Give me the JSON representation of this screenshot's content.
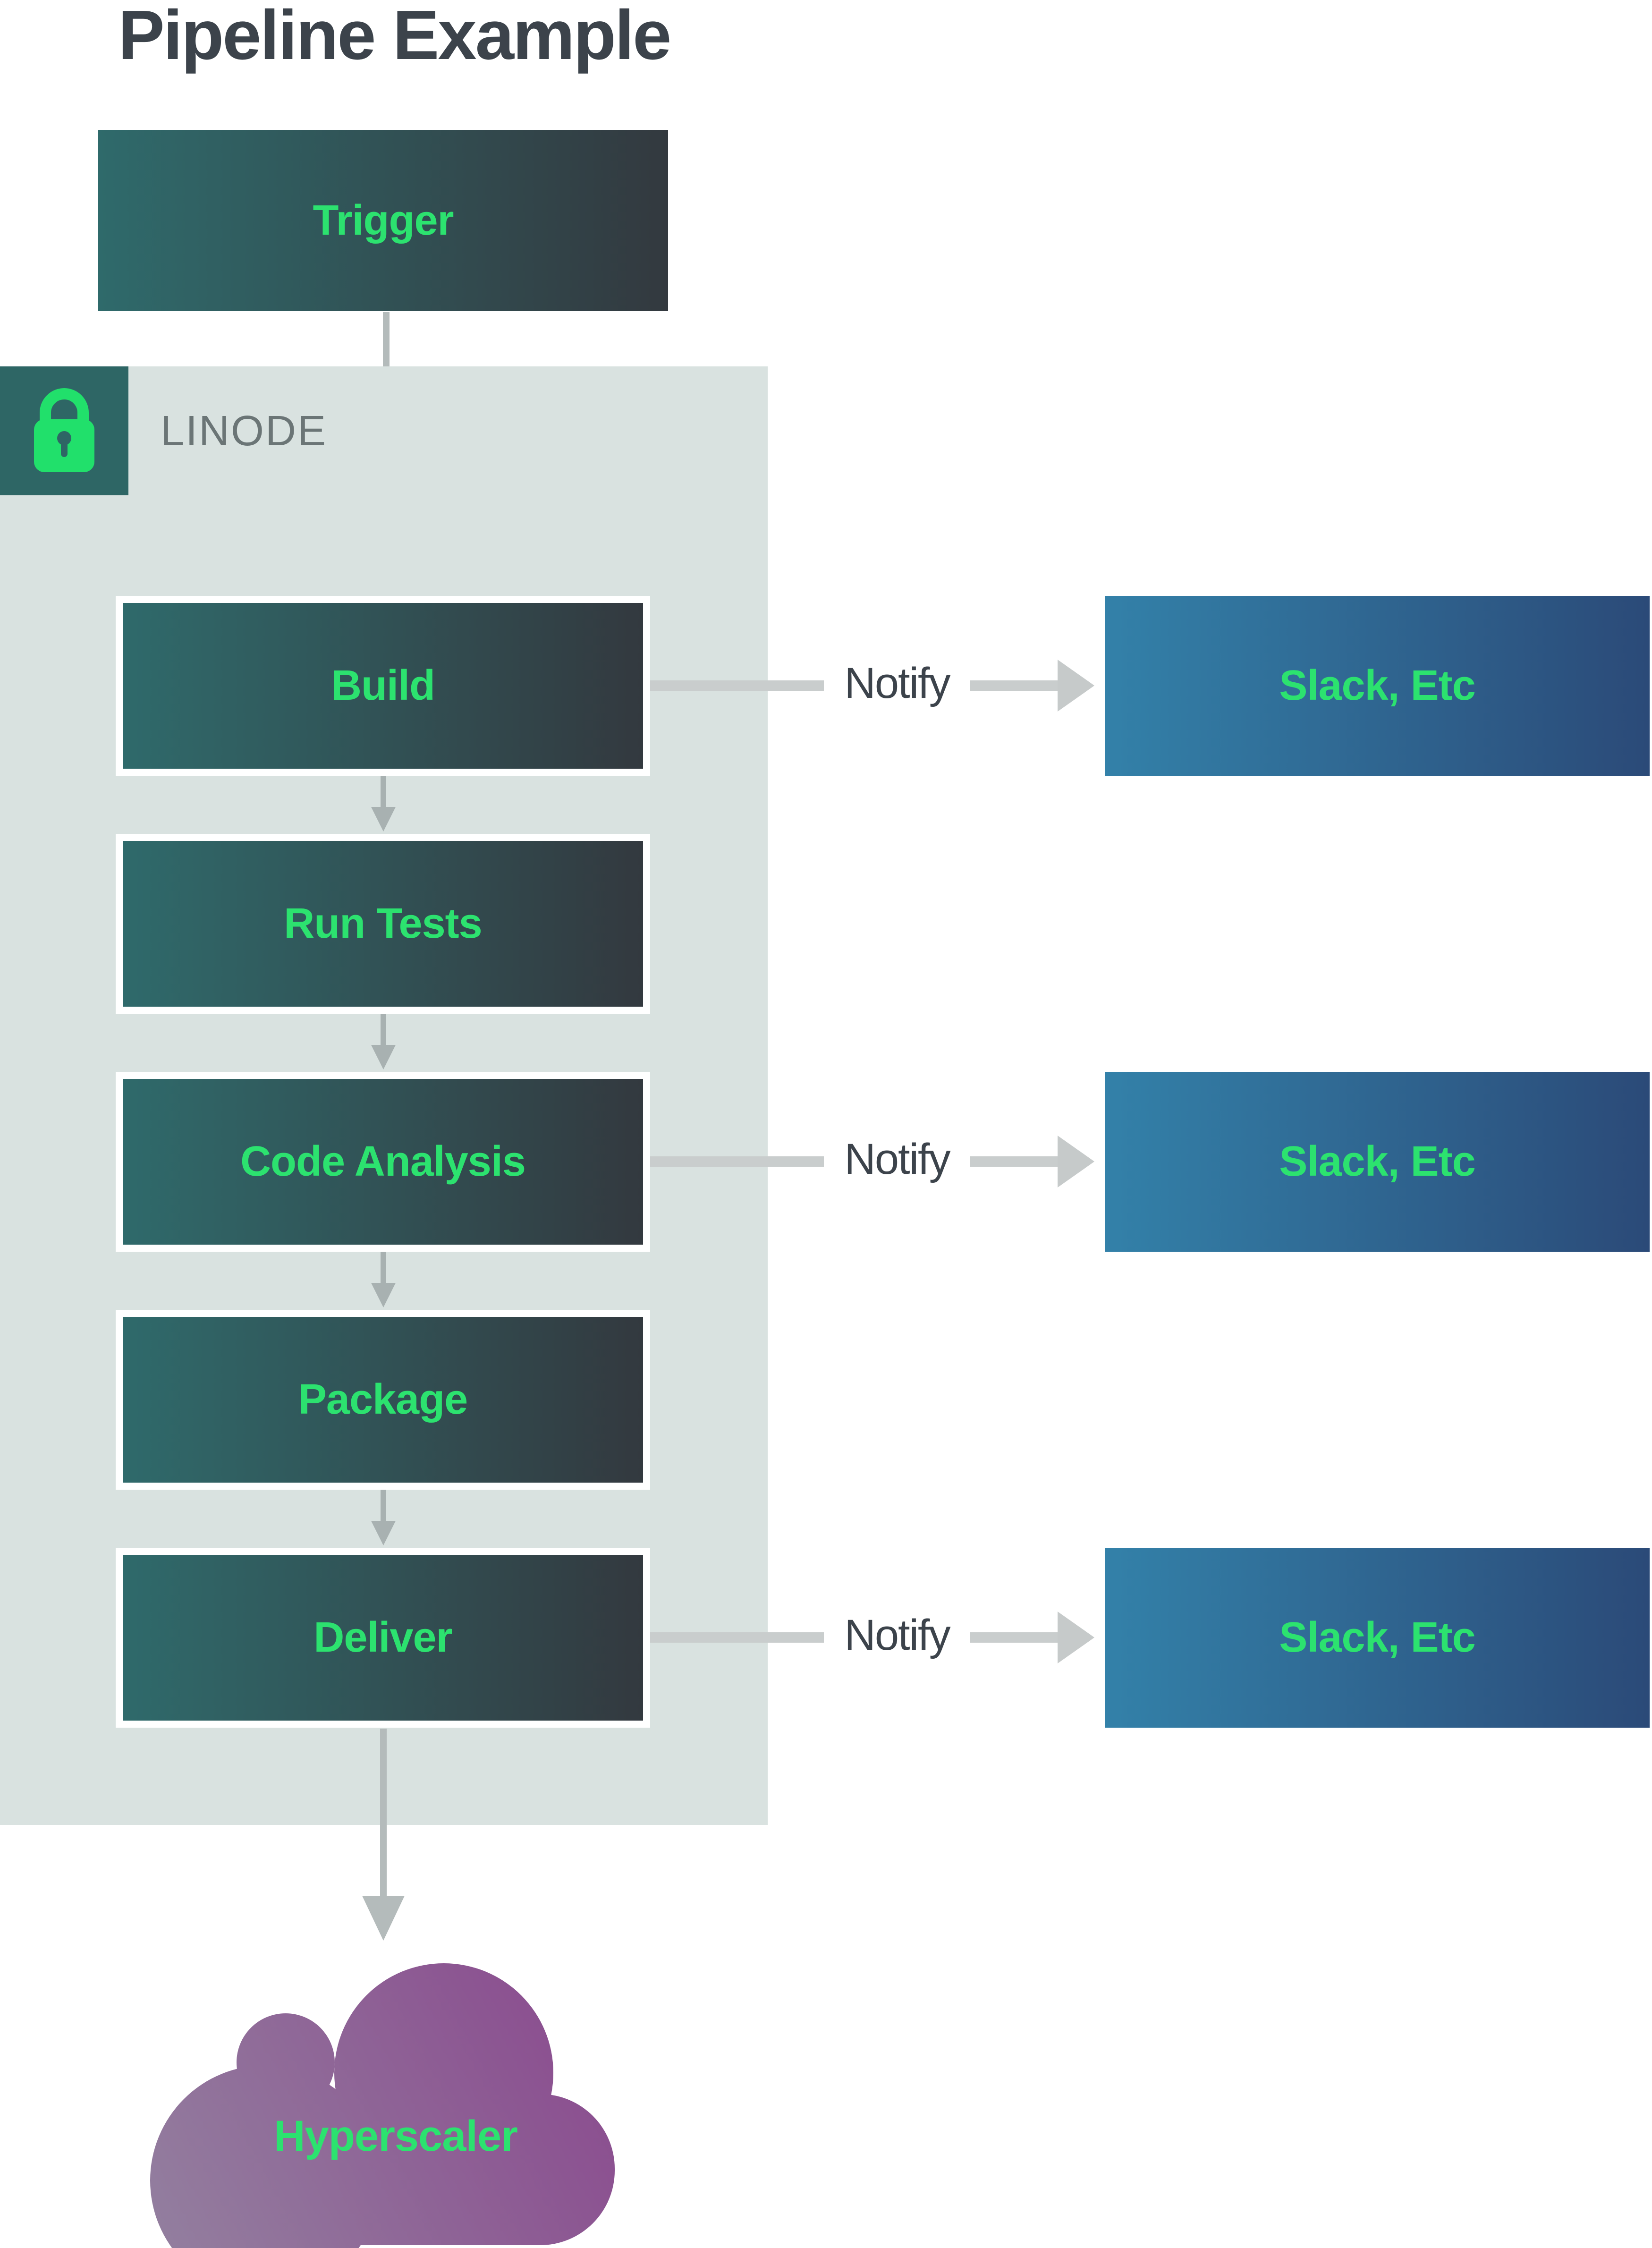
{
  "title": "Pipeline Example",
  "trigger": {
    "label": "Trigger"
  },
  "platform": {
    "label": "LINODE",
    "icon": "lock-icon"
  },
  "stages": [
    {
      "label": "Build",
      "notify": true
    },
    {
      "label": "Run Tests",
      "notify": false
    },
    {
      "label": "Code Analysis",
      "notify": true
    },
    {
      "label": "Package",
      "notify": false
    },
    {
      "label": "Deliver",
      "notify": true
    }
  ],
  "notifications": [
    {
      "source": "Build",
      "label": "Notify",
      "target": "Slack, Etc"
    },
    {
      "source": "Code Analysis",
      "label": "Notify",
      "target": "Slack, Etc"
    },
    {
      "source": "Deliver",
      "label": "Notify",
      "target": "Slack, Etc"
    }
  ],
  "cloud": {
    "label": "Hyperscaler"
  },
  "colors": {
    "accent_green": "#2ce26f",
    "title_text": "#3c434b",
    "stage_gradient_start": "#2f6a6b",
    "stage_gradient_end": "#33393f",
    "notify_box_gradient_start": "#3381a9",
    "notify_box_gradient_end": "#2b4a78",
    "cloud_gradient_start": "#93809f",
    "cloud_gradient_end": "#8a498e",
    "container_bg": "#d9e2e0",
    "lock_square_bg": "#2e6665",
    "linode_text": "#6b7576",
    "arrow_gray": "#b4bbbb"
  }
}
